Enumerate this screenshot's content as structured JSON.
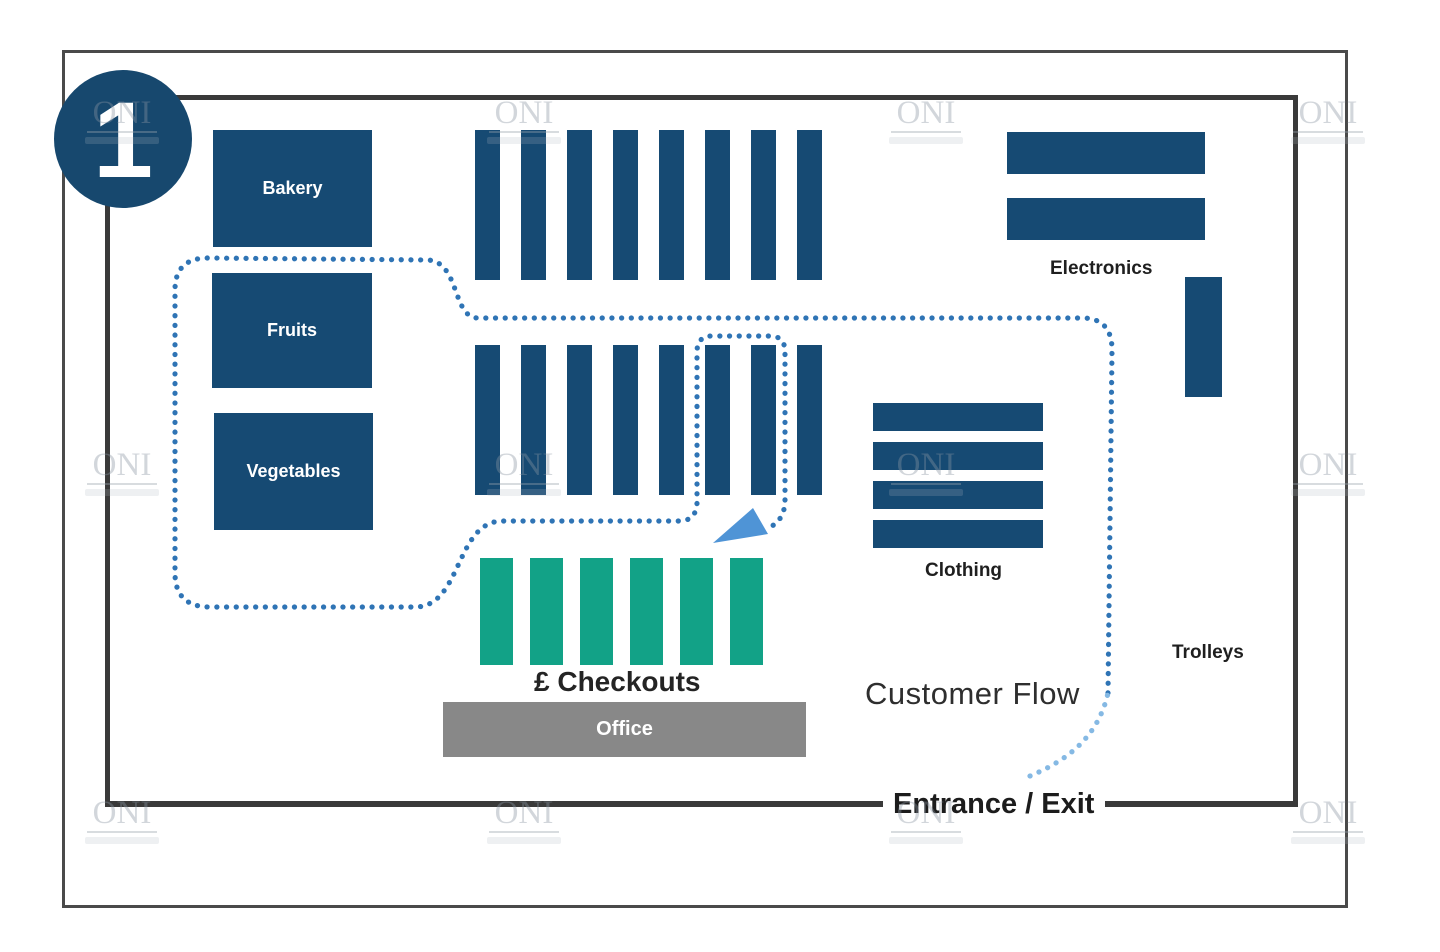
{
  "diagram": {
    "badge_number": "1",
    "departments": {
      "bakery": "Bakery",
      "fruits": "Fruits",
      "vegetables": "Vegetables",
      "electronics": "Electronics",
      "clothing": "Clothing",
      "trolleys": "Trolleys"
    },
    "checkouts_label": "£ Checkouts",
    "office_label": "Office",
    "customer_flow_label": "Customer Flow",
    "entrance_label": "Entrance / Exit",
    "watermark_text": "ONI"
  },
  "fixtures": {
    "top_aisles": {
      "count": 8
    },
    "middle_aisles": {
      "count": 8
    },
    "electronics_shelves": {
      "count": 2
    },
    "clothing_racks": {
      "count": 4
    },
    "checkout_lanes": {
      "count": 6
    }
  },
  "colors": {
    "shelf_navy": "#164a73",
    "checkout_green": "#12a287",
    "office_gray": "#888888",
    "wall_dark": "#3a3a3a",
    "flow_blue": "#2f74b5",
    "flow_light_blue": "#85b9e4",
    "arrow_blue": "#4f94d6"
  }
}
